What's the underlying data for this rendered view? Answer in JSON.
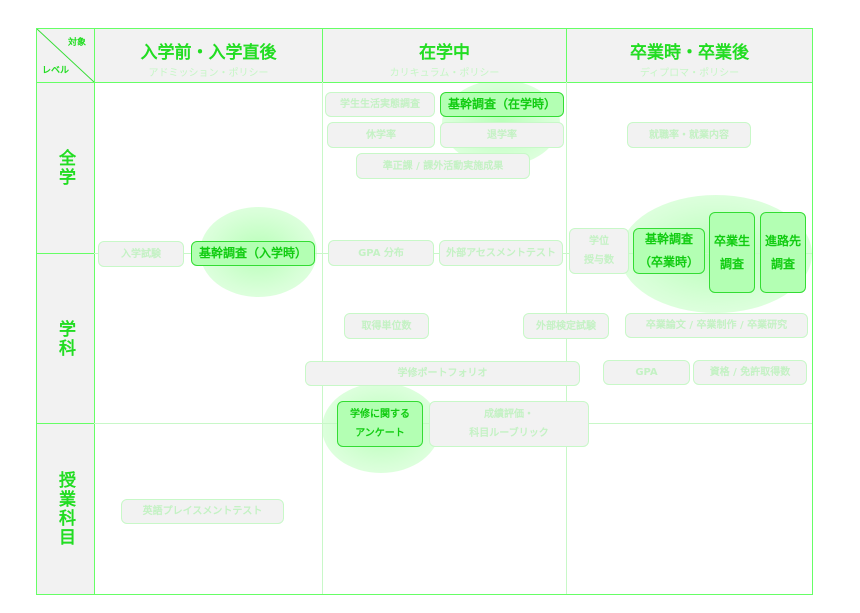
{
  "corner": {
    "target": "対象",
    "level": "レベル"
  },
  "columns": [
    {
      "title": "入学前・入学直後",
      "subtitle": "アドミッション・ポリシー"
    },
    {
      "title": "在学中",
      "subtitle": "カリキュラム・ポリシー"
    },
    {
      "title": "卒業時・卒業後",
      "subtitle": "ディプロマ・ポリシー"
    }
  ],
  "rows": [
    "全学",
    "学科",
    "授業科目"
  ],
  "items": {
    "student_life": "学生生活実態調査",
    "core_enrolled": "基幹調査（在学時）",
    "leave_rate": "休学率",
    "dropout_rate": "退学率",
    "extracurricular": "準正課 / 課外活動実施成果",
    "employment": "就職率・就業内容",
    "entrance_exam": "入学試験",
    "core_entry": "基幹調査（入学時）",
    "gpa_dist": "GPA 分布",
    "ext_assessment": "外部アセスメントテスト",
    "degrees": "学位\n授与数",
    "core_grad": "基幹調査\n（卒業時）",
    "alumni": "卒業生\n調査",
    "employer": "進路先\n調査",
    "credits": "取得単位数",
    "ext_cert": "外部検定試験",
    "thesis": "卒業論文 / 卒業制作 / 卒業研究",
    "portfolio": "学修ポートフォリオ",
    "gpa": "GPA",
    "licenses": "資格 / 免許取得数",
    "learning_survey": "学修に関する\nアンケート",
    "grading": "成績評価・\n科目ルーブリック",
    "english_placement": "英語プレイスメントテスト"
  }
}
